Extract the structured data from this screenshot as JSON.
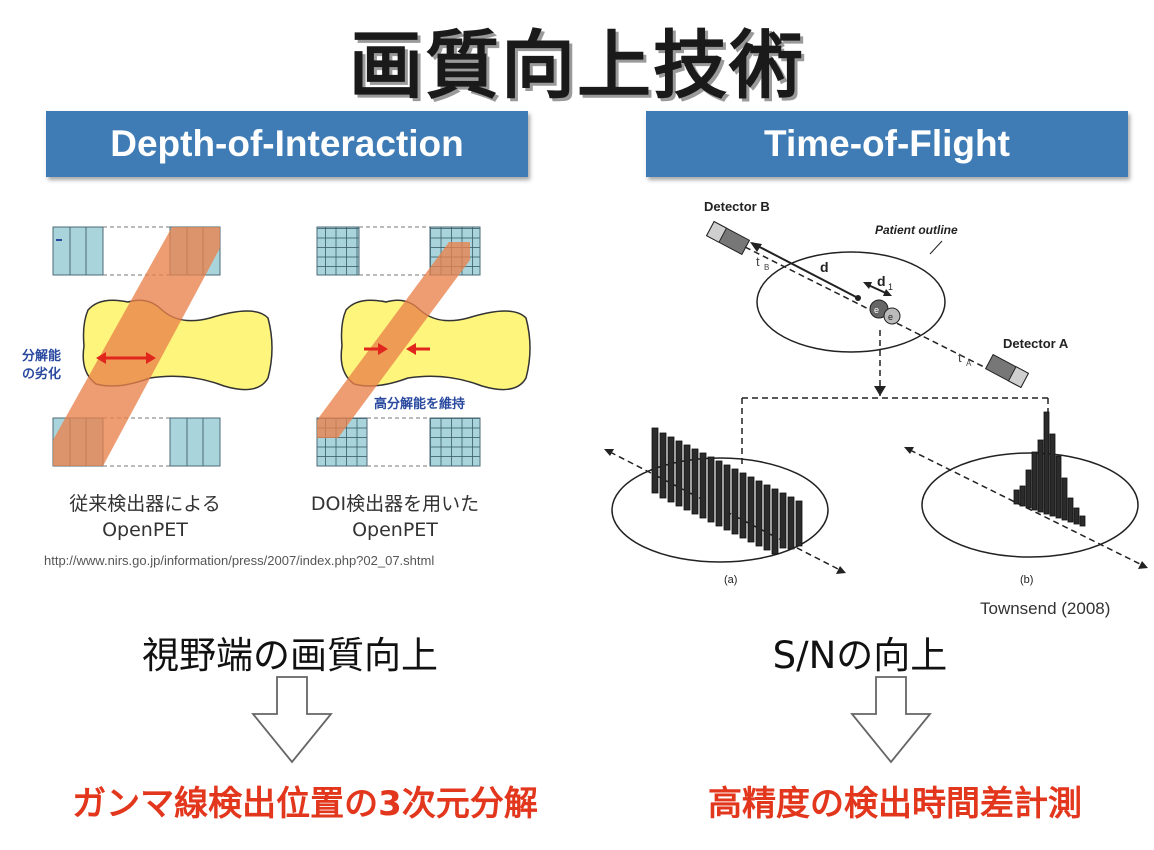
{
  "title": "画質向上技術",
  "left": {
    "header": "Depth-of-Interaction",
    "diagram": {
      "label_degradation": [
        "分解能",
        "の劣化"
      ],
      "label_maintain": "高分解能を維持",
      "caption_conventional": [
        "従来検出器による",
        "OpenPET"
      ],
      "caption_doi": [
        "DOI検出器を用いた",
        "OpenPET"
      ]
    },
    "source_url": "http://www.nirs.go.jp/information/press/2007/index.php?02_07.shtml",
    "benefit": "視野端の画質向上",
    "result": "ガンマ線検出位置の3次元分解"
  },
  "right": {
    "header": "Time-of-Flight",
    "diagram": {
      "detector_b": "Detector B",
      "detector_a": "Detector A",
      "patient_outline": "Patient outline",
      "label_d": "d",
      "label_d1": "d",
      "label_d1_sub": "1",
      "label_tb": "t",
      "label_tb_sub": "B",
      "label_ta": "t",
      "label_ta_sub": "A",
      "label_e_plus": "e",
      "label_e_minus": "e",
      "panel_a": "(a)",
      "panel_b": "(b)"
    },
    "credit": "Townsend (2008)",
    "benefit": "S/Nの向上",
    "result": "高精度の検出時間差計測"
  },
  "colors": {
    "header_bg": "#3f7cb5",
    "result_text": "#e2361d",
    "crystal": "#a9d4dc",
    "patient_body": "#fef57c",
    "lor_band": "#e9824c",
    "arrow_red": "#e0261d"
  }
}
